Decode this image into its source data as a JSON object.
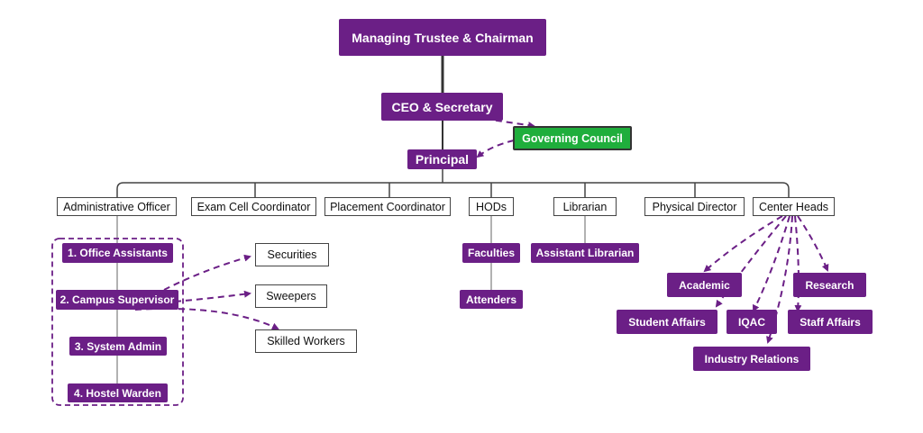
{
  "colors": {
    "purple": "#6b1f86",
    "green": "#1fae3c",
    "line": "#666666",
    "dashed": "#6b1f86"
  },
  "top": {
    "chairman": "Managing Trustee & Chairman",
    "ceo": "CEO & Secretary",
    "council": "Governing Council",
    "principal": "Principal"
  },
  "departments": [
    "Administrative Officer",
    "Exam Cell Coordinator",
    "Placement Coordinator",
    "HODs",
    "Librarian",
    "Physical Director",
    "Center Heads"
  ],
  "admin_staff": [
    "1. Office Assistants",
    "2. Campus Supervisor",
    "3. System Admin",
    "4. Hostel Warden"
  ],
  "supervisor_staff": [
    "Securities",
    "Sweepers",
    "Skilled Workers"
  ],
  "hod_staff": [
    "Faculties",
    "Attenders"
  ],
  "librarian_staff": [
    "Assistant Librarian"
  ],
  "centers": [
    "Academic",
    "Research",
    "Student Affairs",
    "IQAC",
    "Staff Affairs",
    "Industry Relations"
  ]
}
